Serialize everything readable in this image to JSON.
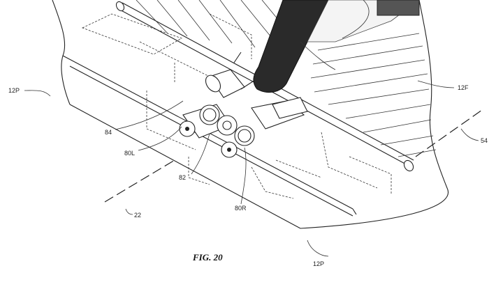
{
  "labels": {
    "p12_left": "12P",
    "p12_front": "12F",
    "p54": "54",
    "p84": "84",
    "p80l": "80L",
    "p82": "82",
    "p80r": "80R",
    "p22": "22",
    "p12_bottom": "12P"
  },
  "caption": "FIG. 20"
}
